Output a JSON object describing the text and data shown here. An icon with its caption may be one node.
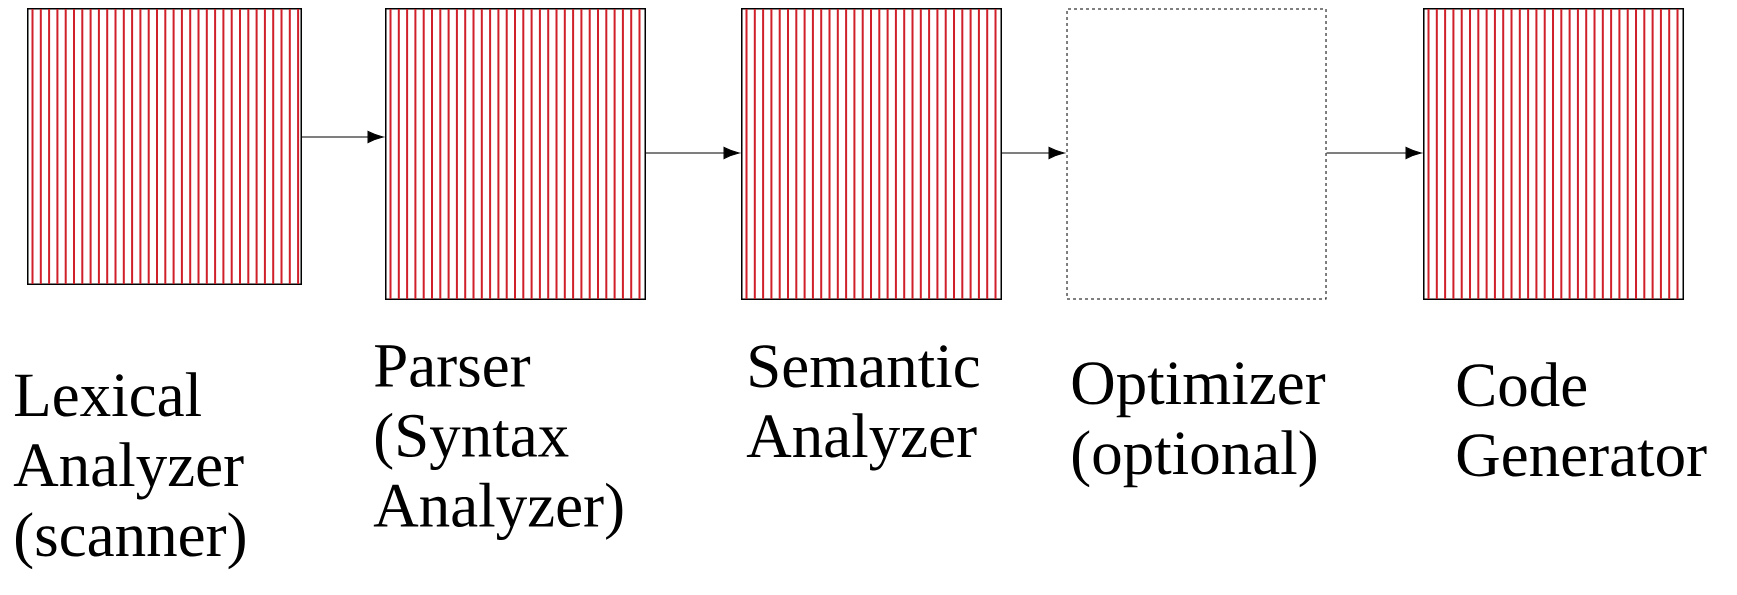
{
  "diagram": {
    "nodes": [
      {
        "text": [],
        "shape": "box",
        "beside": [
          "Lexical Analyzer (scanner)"
        ]
      },
      {
        "text": [],
        "shape": "box",
        "beside": [
          "Parser (Syntax Analyzer)"
        ]
      },
      {
        "text": [],
        "shape": "box",
        "beside": [
          "Semantic Analyzer"
        ]
      },
      {
        "text": [],
        "shape": "box",
        "beside": [
          "Optimizer (optional)"
        ]
      },
      {
        "text": [],
        "shape": "box",
        "beside": [
          "Code Generator"
        ]
      }
    ],
    "edges": [
      {
        "from": 0,
        "to": 1,
        "arrow": "to"
      },
      {
        "from": 1,
        "to": 2,
        "arrow": "to"
      },
      {
        "from": 2,
        "to": 3,
        "arrow": "to"
      },
      {
        "from": 3,
        "to": 4,
        "arrow": "to"
      }
    ]
  }
}
